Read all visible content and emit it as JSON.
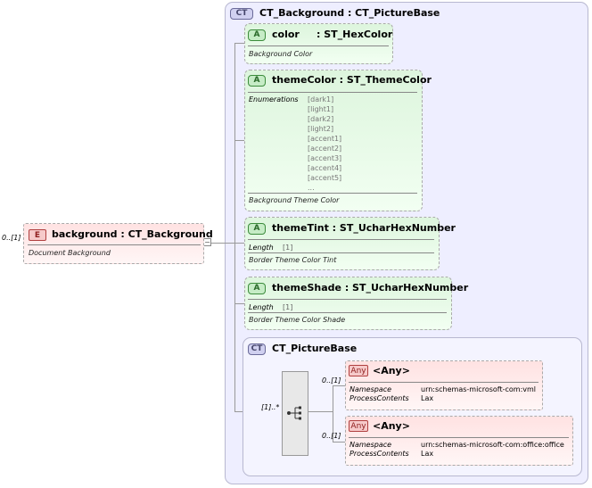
{
  "root": {
    "cardinality": "0..[1]",
    "badge": "E",
    "title": "background : CT_Background",
    "description": "Document Background"
  },
  "outer_type": {
    "badge": "CT",
    "title": "CT_Background : CT_PictureBase"
  },
  "attributes": [
    {
      "badge": "A",
      "name": "color",
      "sep": ": ST_HexColor",
      "description": "Background Color"
    },
    {
      "badge": "A",
      "name": "themeColor : ST_ThemeColor",
      "enum_label": "Enumerations",
      "enums": [
        "[dark1]",
        "[light1]",
        "[dark2]",
        "[light2]",
        "[accent1]",
        "[accent2]",
        "[accent3]",
        "[accent4]",
        "[accent5]",
        "..."
      ],
      "description": "Background Theme Color"
    },
    {
      "badge": "A",
      "name": "themeTint : ST_UcharHexNumber",
      "length_label": "Length",
      "length_value": "[1]",
      "description": "Border Theme Color Tint"
    },
    {
      "badge": "A",
      "name": "themeShade : ST_UcharHexNumber",
      "length_label": "Length",
      "length_value": "[1]",
      "description": "Border Theme Color Shade"
    }
  ],
  "inner_type": {
    "badge": "CT",
    "title": "CT_PictureBase",
    "sequence_cardinality": "[1]..*",
    "any_items": [
      {
        "cardinality": "0..[1]",
        "badge": "Any",
        "title": "<Any>",
        "ns_label": "Namespace",
        "ns_value": "urn:schemas-microsoft-com:vml",
        "pc_label": "ProcessContents",
        "pc_value": "Lax"
      },
      {
        "cardinality": "0..[1]",
        "badge": "Any",
        "title": "<Any>",
        "ns_label": "Namespace",
        "ns_value": "urn:schemas-microsoft-com:office:office",
        "pc_label": "ProcessContents",
        "pc_value": "Lax"
      }
    ]
  }
}
